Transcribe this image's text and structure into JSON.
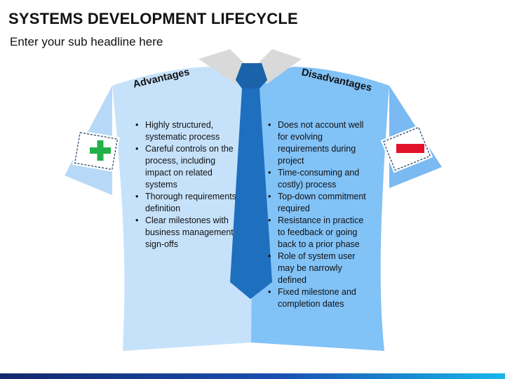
{
  "header": {
    "title": "SYSTEMS DEVELOPMENT LIFECYCLE",
    "subtitle": "Enter your sub headline here"
  },
  "advantages": {
    "label": "Advantages",
    "icon": "plus-icon",
    "items": [
      "Highly structured, systematic process",
      "Careful controls on the process, including impact on related systems",
      "Thorough requirements definition",
      "Clear milestones with business management sign-offs"
    ]
  },
  "disadvantages": {
    "label": "Disadvantages",
    "icon": "minus-icon",
    "items": [
      "Does not account well for evolving requirements during project",
      "Time-consuming and costly) process",
      "Top-down commitment required",
      "Resistance in practice to feedback or going back to a prior phase",
      "Role of system user may be narrowly defined",
      "Fixed milestone and completion dates"
    ]
  },
  "colors": {
    "left_panel": "#c6e2fb",
    "right_panel": "#81c2f7",
    "tie": "#1e6fbe",
    "plus": "#22b04b",
    "minus": "#e3122a",
    "collar": "#d9d9d9"
  }
}
